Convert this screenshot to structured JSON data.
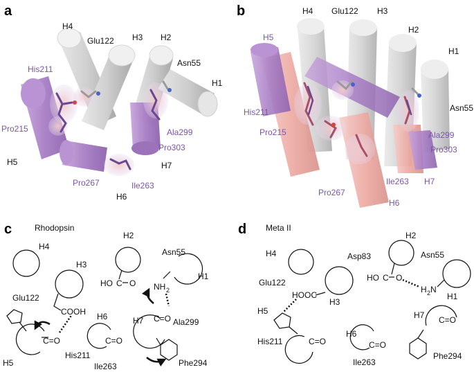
{
  "panels": {
    "a": {
      "letter": "a",
      "helices": [
        "H4",
        "H3",
        "H2",
        "H1",
        "H5",
        "H7",
        "H6"
      ],
      "residues": [
        "Glu122",
        "Asn55",
        "His211",
        "Pro215",
        "Pro267",
        "Ile263",
        "Ala299",
        "Pro303"
      ]
    },
    "b": {
      "letter": "b",
      "helices": [
        "H4",
        "H3",
        "H2",
        "H1",
        "H5",
        "H6",
        "H7"
      ],
      "residues": [
        "Glu122",
        "His211",
        "Pro215",
        "Asn55",
        "Ala299",
        "Pro303",
        "Ile263",
        "Pro267"
      ]
    },
    "c": {
      "letter": "c",
      "title": "Rhodopsin",
      "labels": {
        "h4": "H4",
        "h3": "H3",
        "glu122": "Glu122",
        "cooh": "COOH",
        "h5": "H5",
        "co_his": "C=O",
        "his211": "His211",
        "h2": "H2",
        "ho": "HO",
        "c": "C",
        "o": "O",
        "asn55": "Asn55",
        "h1": "H1",
        "nh": "NH",
        "two": "2",
        "h6": "H6",
        "co_ile": "C=O",
        "ile263": "Ile263",
        "h7": "H7",
        "co_ala": "C=O",
        "ala299": "Ala299",
        "phe294": "Phe294"
      }
    },
    "d": {
      "letter": "d",
      "title": "Meta II",
      "labels": {
        "h4": "H4",
        "glu122": "Glu122",
        "hoocc": "HOOC",
        "h3": "H3",
        "h5": "H5",
        "co_his": "C=O",
        "his211": "His211",
        "asp83": "Asp83",
        "h2": "H2",
        "ho": "HO",
        "c": "C",
        "o": "O",
        "asn55": "Asn55",
        "h1": "H1",
        "h": "H",
        "two": "2",
        "n": "N",
        "h6": "H6",
        "co_ile": "C=O",
        "ile263": "Ile263",
        "h7": "H7",
        "co_phe": "C=O",
        "phe294": "Phe294"
      }
    }
  },
  "colors": {
    "helix_grey": "#c9c9c9",
    "helix_purple": "#a97cc6",
    "helix_pink": "#f0b3ad",
    "label_purple": "#7a56a8"
  }
}
